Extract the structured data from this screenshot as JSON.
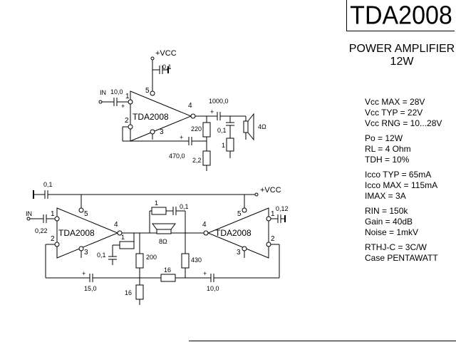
{
  "header": {
    "title": "TDA2008",
    "subtitle_line1": "POWER AMPLIFIER",
    "subtitle_line2": "12W"
  },
  "specs": {
    "groups": [
      [
        "Vcc MAX = 28V",
        "Vcc TYP = 22V",
        "Vcc RNG = 10...28V"
      ],
      [
        "Po = 12W",
        "RL = 4 Ohm",
        "TDH = 10%"
      ],
      [
        "Icco TYP = 65mA",
        "Icco MAX = 115mA",
        "IMAX = 3A"
      ],
      [
        "RIN = 150k",
        "Gain = 40dB",
        "Noise = 1mkV"
      ],
      [
        "RTHJ-C = 3C/W",
        "Case PENTAWATT"
      ]
    ]
  },
  "circuit1": {
    "vcc_label": "+VCC",
    "in_label": "IN",
    "ic_label": "TDA2008",
    "c_in": "10,0",
    "c_supply": "0,1",
    "c_out": "1000,0",
    "r_fb_top": "220",
    "r_fb_bot": "2,2",
    "c_fb": "470,0",
    "c_zobel": "0,1",
    "r_zobel": "1",
    "speaker": "4Ω",
    "pins": {
      "p1": "1",
      "p2": "2",
      "p3": "3",
      "p4": "4",
      "p5": "5"
    }
  },
  "circuit2": {
    "vcc_label": "+VCC",
    "in_label": "IN",
    "ic1_label": "TDA2008",
    "ic2_label": "TDA2008",
    "c_supply": "0,1",
    "c_in": "0,22",
    "c_in2": "0,12",
    "c_zobel": "0,1",
    "r_zobel": "1",
    "c_zobel_bridge": "0,1",
    "r_bridge_top": "1",
    "speaker": "8Ω",
    "r_200": "200",
    "r_430": "430",
    "r_16a": "16",
    "r_16b": "16",
    "c_fb1": "15,0",
    "c_fb2": "10,0",
    "pins": {
      "p1": "1",
      "p2": "2",
      "p3": "3",
      "p4": "4",
      "p5": "5"
    }
  }
}
